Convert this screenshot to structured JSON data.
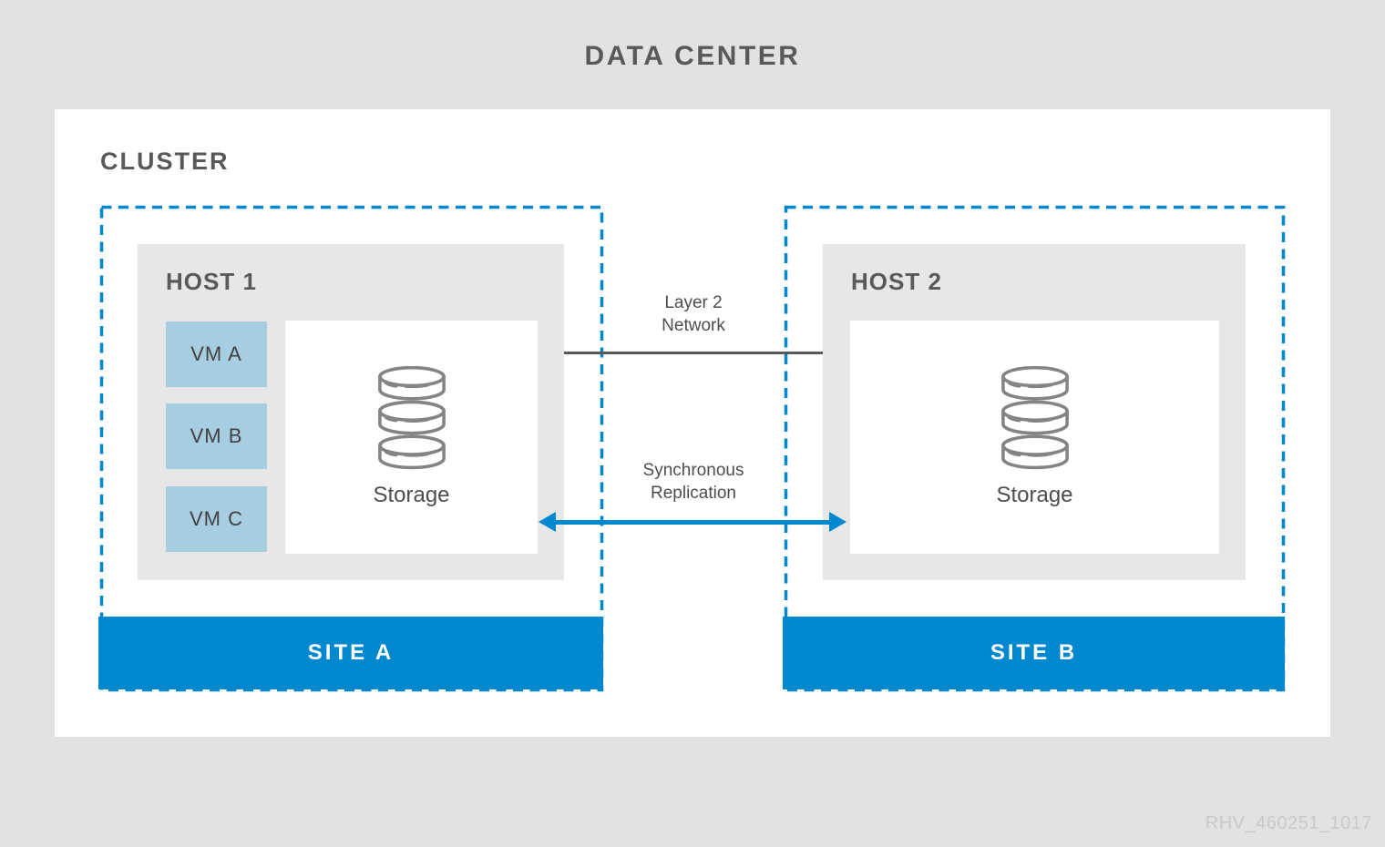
{
  "title": "DATA CENTER",
  "cluster": {
    "label": "CLUSTER"
  },
  "sites": [
    {
      "name": "SITE A",
      "host": {
        "label": "HOST 1",
        "vms": [
          "VM A",
          "VM B",
          "VM C"
        ],
        "storage_label": "Storage"
      }
    },
    {
      "name": "SITE B",
      "host": {
        "label": "HOST 2",
        "vms": [],
        "storage_label": "Storage"
      }
    }
  ],
  "connections": [
    {
      "type": "line",
      "label_line1": "Layer 2",
      "label_line2": "Network"
    },
    {
      "type": "double-arrow",
      "label_line1": "Synchronous",
      "label_line2": "Replication"
    }
  ],
  "watermark": "RHV_460251_1017",
  "colors": {
    "accent_blue": "#0088ce",
    "vm_blue": "#a7cde0",
    "host_gray": "#e7e7e7",
    "background_gray": "#e2e2e2",
    "text_dark_gray": "#58595b",
    "storage_icon_gray": "#848484",
    "watermark_gray": "#c9c9c9"
  }
}
